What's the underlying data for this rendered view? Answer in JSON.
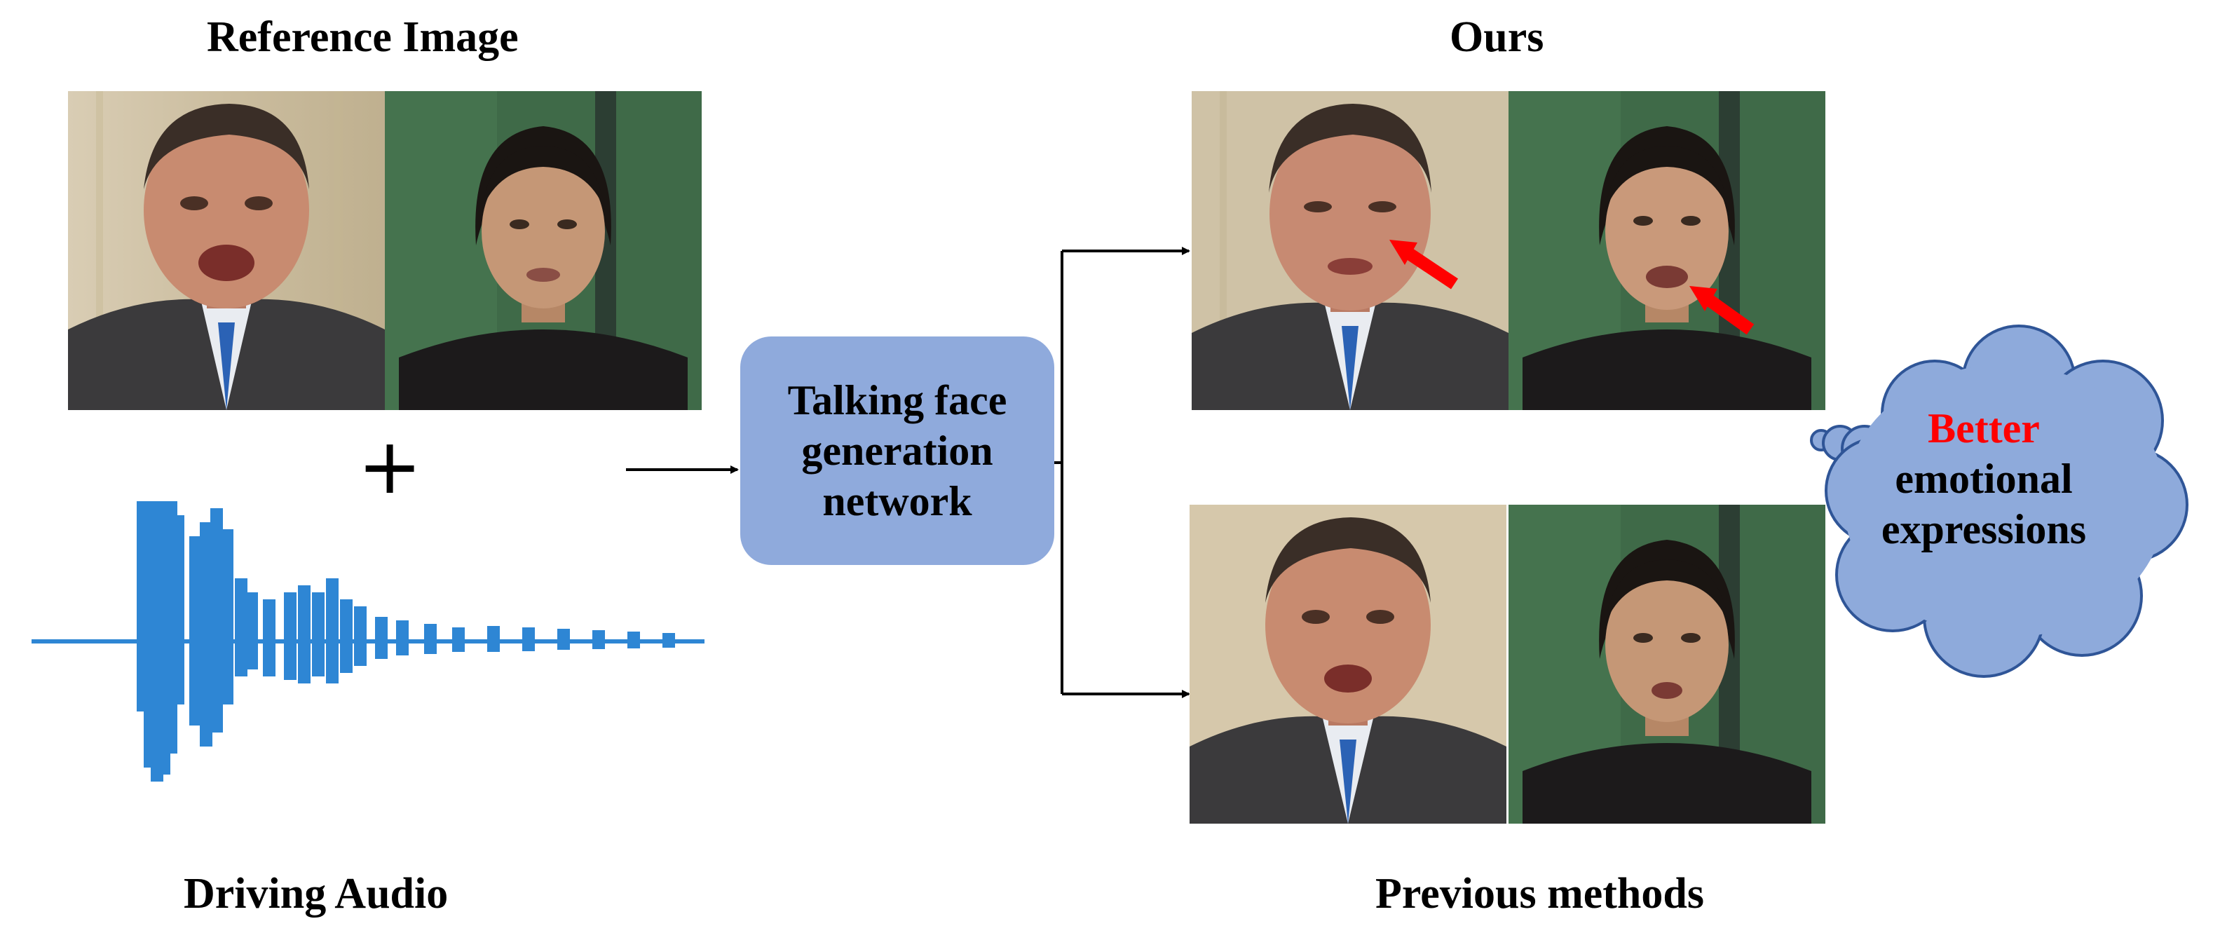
{
  "labels": {
    "reference_image": "Reference Image",
    "ours": "Ours",
    "driving_audio": "Driving Audio",
    "previous_methods": "Previous methods",
    "plus": "+"
  },
  "network": {
    "line1": "Talking face",
    "line2": "generation",
    "line3": "network"
  },
  "thought": {
    "highlight": "Better",
    "line2": "emotional",
    "line3": "expressions"
  },
  "colors": {
    "network_box": "#8faadc",
    "cloud_fill": "#8eaadb",
    "cloud_stroke": "#2f5597",
    "waveform": "#2e86d4",
    "highlight_text": "#ff0000",
    "arrow_annotation": "#ff0000"
  }
}
